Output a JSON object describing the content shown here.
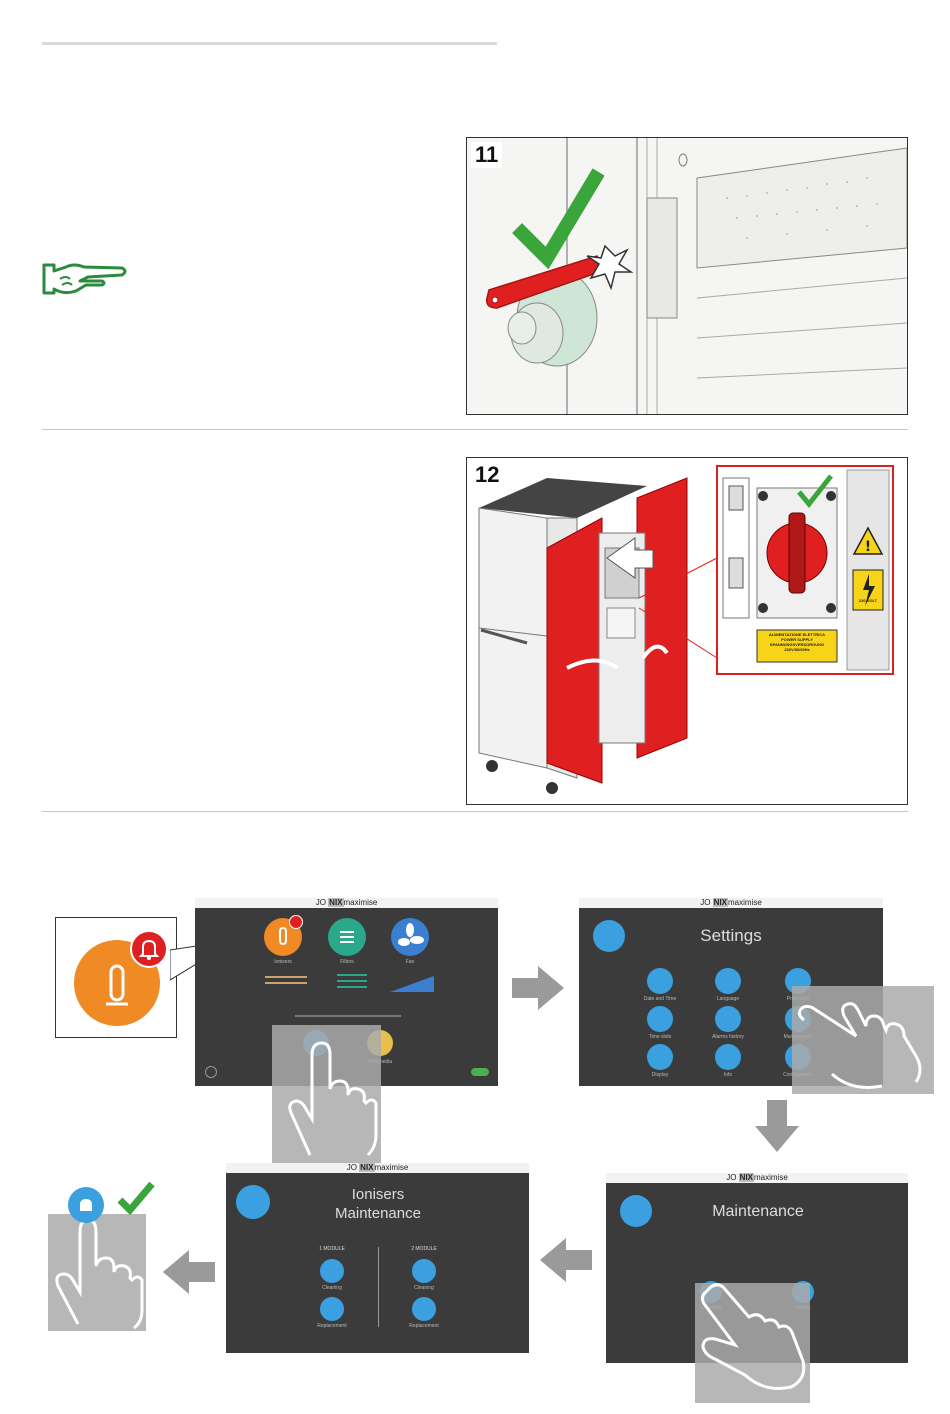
{
  "figures": {
    "fig11": {
      "number": "11"
    },
    "fig12": {
      "number": "12",
      "warning_label": "230 VOLT",
      "supply_label": [
        "ALIMENTAZIONE ELETTRICA",
        "POWER SUPPLY",
        "SPANNUNGSVERSORGUNG",
        "230V/50/60Hz"
      ]
    }
  },
  "brand": {
    "prefix": "JO",
    "highlight": "NIX",
    "suffix": "maximise"
  },
  "screens": {
    "home": {
      "items": [
        "Ionisers",
        "Filters",
        "Fan"
      ],
      "bottom_items": [
        "",
        "Multimedia"
      ]
    },
    "settings": {
      "title": "Settings",
      "items": [
        "Date and Time",
        "Language",
        "Protection",
        "Time slots",
        "Alarms history",
        "Maintenance",
        "Display",
        "Info",
        "Configuration"
      ]
    },
    "maintenance": {
      "title": "Maintenance",
      "items": [
        "Cleaning",
        "Filters"
      ]
    },
    "ionisers": {
      "title_line1": "Ionisers",
      "title_line2": "Maintenance",
      "col1": "1 MODULE",
      "col2": "2 MODULE",
      "items": [
        "Cleaning",
        "Replacement",
        "Cleaning",
        "Replacement"
      ]
    }
  },
  "colors": {
    "accent_red": "#e02020",
    "check_green": "#3aa53a",
    "hand_green": "#2b8a3e",
    "orange": "#f08a24",
    "teal": "#2aa98a",
    "blue_icon": "#3aa0e0",
    "screen_bg": "#3b3b3b",
    "arrow_gray": "#9a9a9a"
  }
}
